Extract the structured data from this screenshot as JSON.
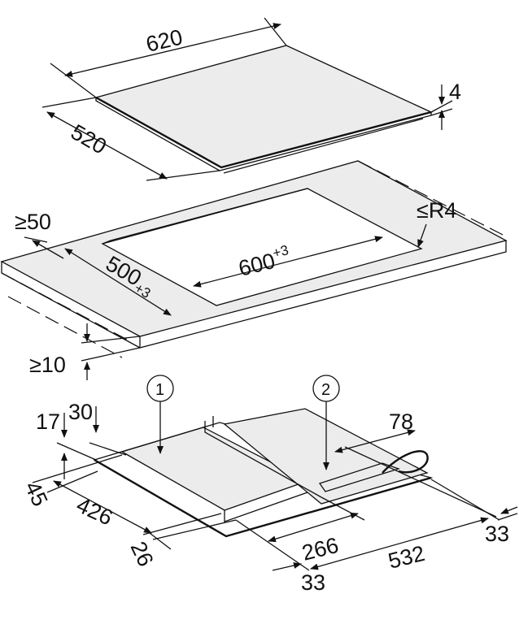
{
  "glass_panel": {
    "width": "620",
    "depth": "520",
    "thickness": "4"
  },
  "countertop": {
    "min_edge_distance": "≥50",
    "corner_radius": "≤R4",
    "cutout_width": "600",
    "cutout_width_tol": "+3",
    "cutout_depth": "500",
    "cutout_depth_tol": "+3",
    "min_thickness": "≥10"
  },
  "hob_body": {
    "callout_1": "1",
    "callout_2": "2",
    "dim_30": "30",
    "dim_17": "17",
    "dim_78": "78",
    "dim_45": "45",
    "dim_426": "426",
    "dim_26": "26",
    "dim_266": "266",
    "dim_33_front": "33",
    "dim_532": "532",
    "dim_33_right": "33"
  }
}
